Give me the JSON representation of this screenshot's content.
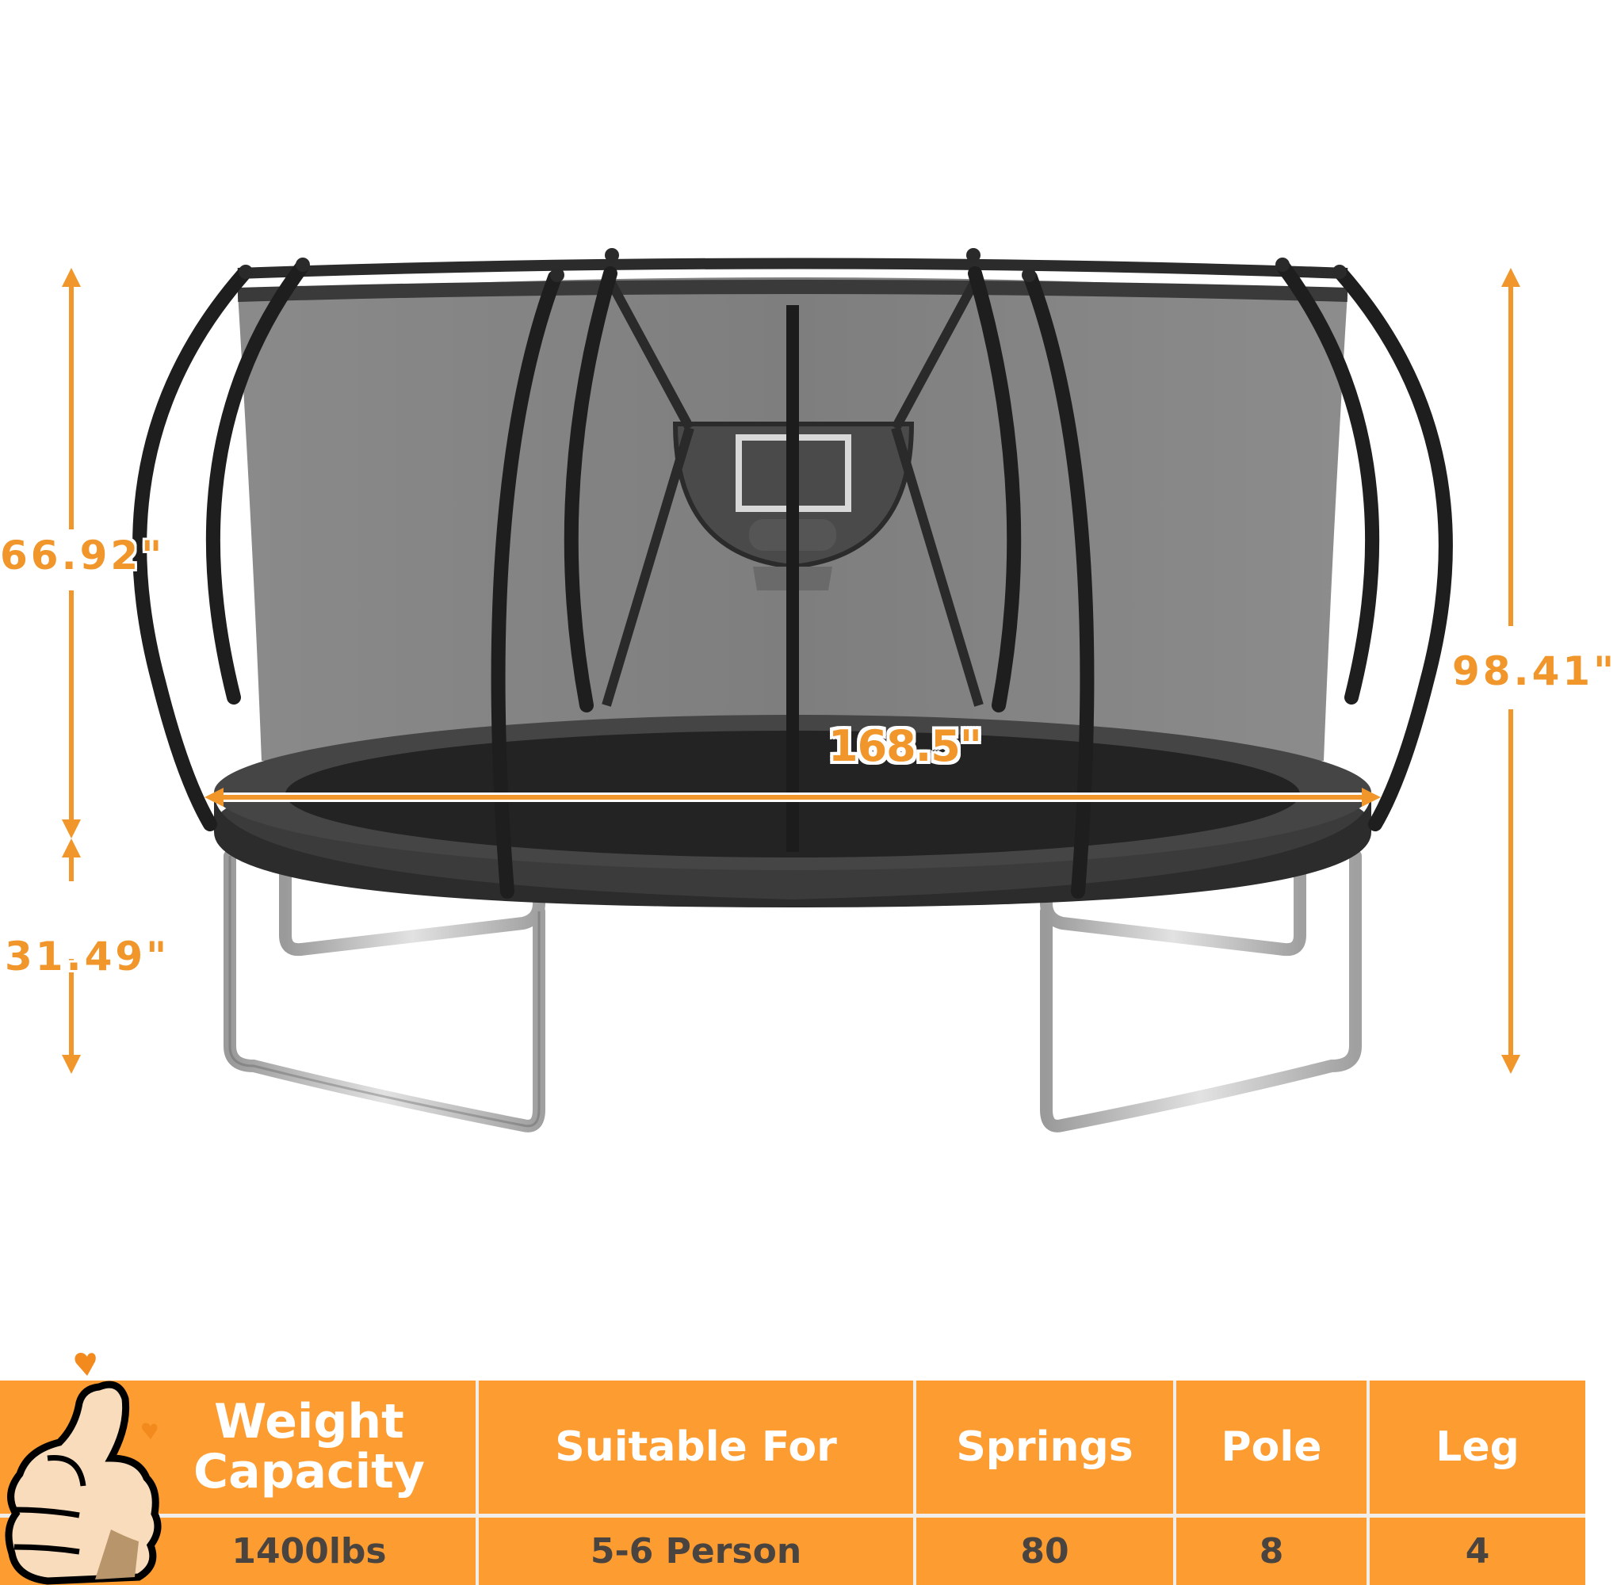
{
  "product": {
    "name": "trampoline-with-enclosure-and-basketball-hoop",
    "colors": {
      "accent_orange": "#f0962a",
      "table_orange": "#fc9c31",
      "table_divider": "#f1ede8",
      "header_text": "#ffffff",
      "value_text": "#4a4440",
      "frame_black": "#1e1e1e",
      "net_gray": "#808080",
      "mat_black": "#2a2a2a",
      "steel": "#c8c8c8"
    }
  },
  "dimensions": {
    "enclosure_height": "66.92\"",
    "leg_height": "31.49\"",
    "total_height": "98.41\"",
    "diameter": "168.5\""
  },
  "spec_table": {
    "headers": [
      "Weight Capacity",
      "Suitable For",
      "Springs",
      "Pole",
      "Leg"
    ],
    "header_lines": {
      "weight_line1": "Weight",
      "weight_line2": "Capacity"
    },
    "values": [
      "1400lbs",
      "5-6 Person",
      "80",
      "8",
      "4"
    ]
  },
  "icons": {
    "thumbs_up": "thumbs-up-icon",
    "hearts": "heart-icon"
  }
}
